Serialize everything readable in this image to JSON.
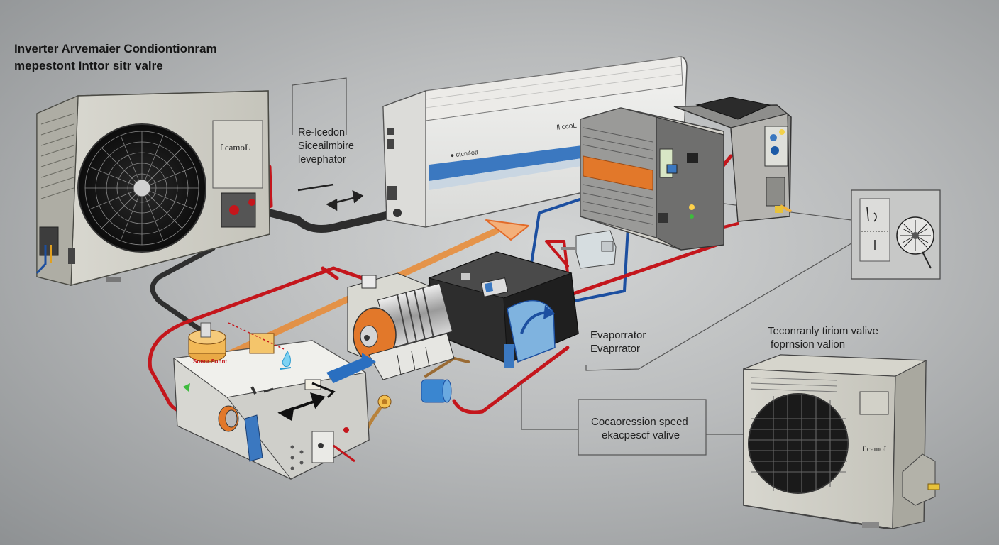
{
  "title": {
    "line1": "Inverter Arvemaier Condiontionram",
    "line2": "mepestont Inttor sitr valre"
  },
  "labels": {
    "relocation": [
      "Re-lcedon",
      "Siceailmbire",
      "levephator"
    ],
    "evaporator": [
      "Evaporrator",
      "Evaprrator"
    ],
    "expansion": [
      "Teconranly tiriom valive",
      "foprnsion valion"
    ],
    "compression": [
      "Cocaoression speed",
      "ekacpescf valive"
    ]
  },
  "unit_texts": {
    "outdoor_left_brand": "ſ camoL",
    "outdoor_right_brand": "ſ camoL",
    "indoor_brand": "● ctcn4ott",
    "indoor_side": "ſl ccoL",
    "controller_sticker": "Sunnr   Sunnt"
  },
  "colors": {
    "background": "#b9bbbc",
    "pipe_red": "#c4161c",
    "pipe_blue": "#1c4fa0",
    "pipe_orange": "#e98a33",
    "pipe_black": "#333333",
    "accent_blue": "#3b78c0",
    "accent_orange": "#e2782a"
  },
  "icons": [
    "fan-icon",
    "double-arrow-icon",
    "thermometer-icon",
    "droplet-icon"
  ]
}
